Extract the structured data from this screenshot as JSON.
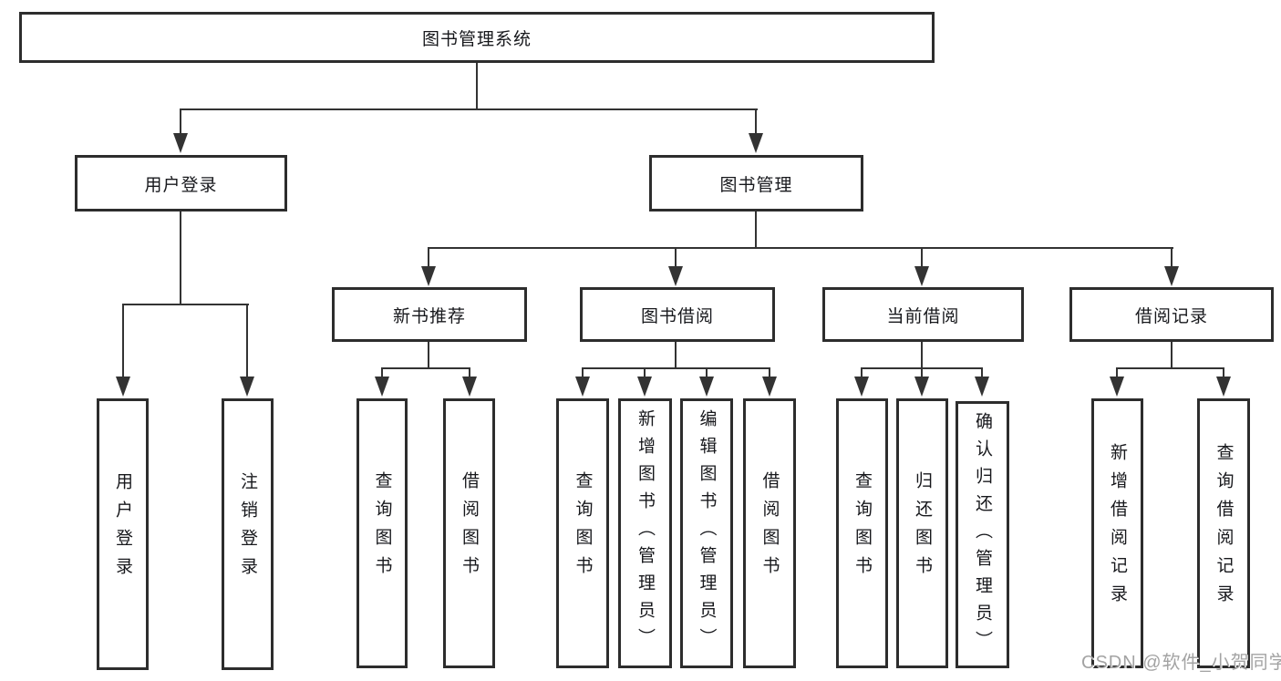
{
  "diagram_title": "图书管理系统",
  "colors": {
    "background": "#ffffff",
    "box_border": "#2d2d2d",
    "line": "#333333",
    "text": "#17181c",
    "watermark": "#a3a3a3"
  },
  "tree": {
    "root": {
      "label": "图书管理系统",
      "children": [
        {
          "label": "用户登录",
          "children": [
            {
              "label": "用户登录"
            },
            {
              "label": "注销登录"
            }
          ]
        },
        {
          "label": "图书管理",
          "children": [
            {
              "label": "新书推荐",
              "children": [
                {
                  "label": "查询图书"
                },
                {
                  "label": "借阅图书"
                }
              ]
            },
            {
              "label": "图书借阅",
              "children": [
                {
                  "label": "查询图书"
                },
                {
                  "label": "新增图书（管理员）"
                },
                {
                  "label": "编辑图书（管理员）"
                },
                {
                  "label": "借阅图书"
                }
              ]
            },
            {
              "label": "当前借阅",
              "children": [
                {
                  "label": "查询图书"
                },
                {
                  "label": "归还图书"
                },
                {
                  "label": "确认归还（管理员）"
                }
              ]
            },
            {
              "label": "借阅记录",
              "children": [
                {
                  "label": "新增借阅记录"
                },
                {
                  "label": "查询借阅记录"
                }
              ]
            }
          ]
        }
      ]
    }
  },
  "watermark": {
    "text": "CSDN @软件_小贺同学"
  }
}
